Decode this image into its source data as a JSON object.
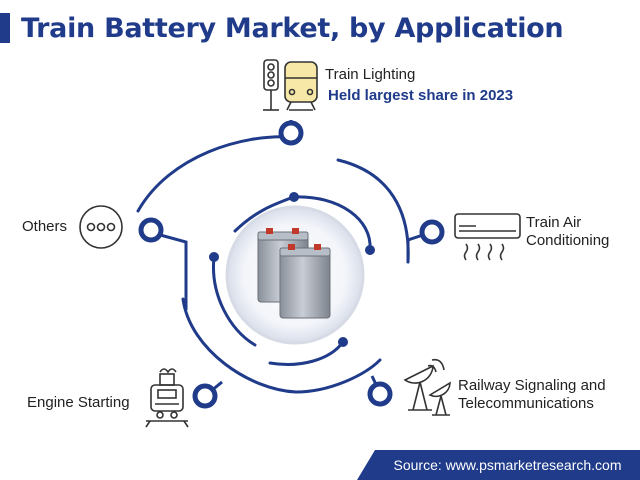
{
  "title": "Train Battery Market, by Application",
  "applications": {
    "lighting": {
      "name": "Train Lighting",
      "note": "Held largest share in 2023",
      "icon": "train-lighting-icon"
    },
    "air_conditioning": {
      "name_line1": "Train Air",
      "name_line2": "Conditioning",
      "icon": "air-conditioner-icon"
    },
    "signaling": {
      "name_line1": "Railway Signaling and",
      "name_line2": "Telecommunications",
      "icon": "satellite-dish-icon"
    },
    "engine": {
      "name": "Engine Starting",
      "icon": "locomotive-icon"
    },
    "others": {
      "name": "Others",
      "icon": "more-dots-icon"
    }
  },
  "center": {
    "icon": "battery-icon"
  },
  "source": "Source: www.psmarketresearch.com",
  "colors": {
    "primary": "#1f3b8a",
    "accent": "#f2d65e",
    "battery_terminal": "#c0392b"
  }
}
